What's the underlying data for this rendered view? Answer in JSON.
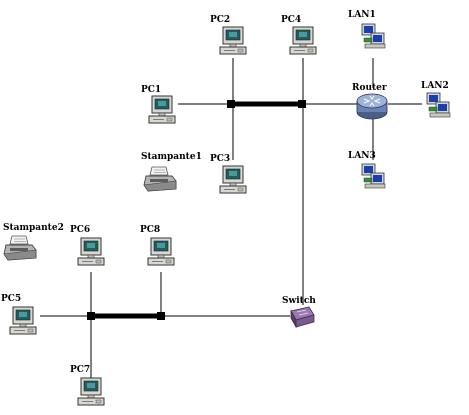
{
  "labels": {
    "pc1": "PC1",
    "pc2": "PC2",
    "pc3": "PC3",
    "pc4": "PC4",
    "pc5": "PC5",
    "pc6": "PC6",
    "pc7": "PC7",
    "pc8": "PC8",
    "stampante1": "Stampante1",
    "stampante2": "Stampante2",
    "lan1": "LAN1",
    "lan2": "LAN2",
    "lan3": "LAN3",
    "router": "Router",
    "switch": "Switch"
  },
  "colors": {
    "line": "#000000",
    "screen": "#1f5f63",
    "computer_body": "#d8d8d0",
    "router": "#7a8fb8",
    "switch": "#7a5a8c",
    "lan_monitor_screen": "#1a3fa8",
    "lan_base": "#3a8a3a"
  }
}
